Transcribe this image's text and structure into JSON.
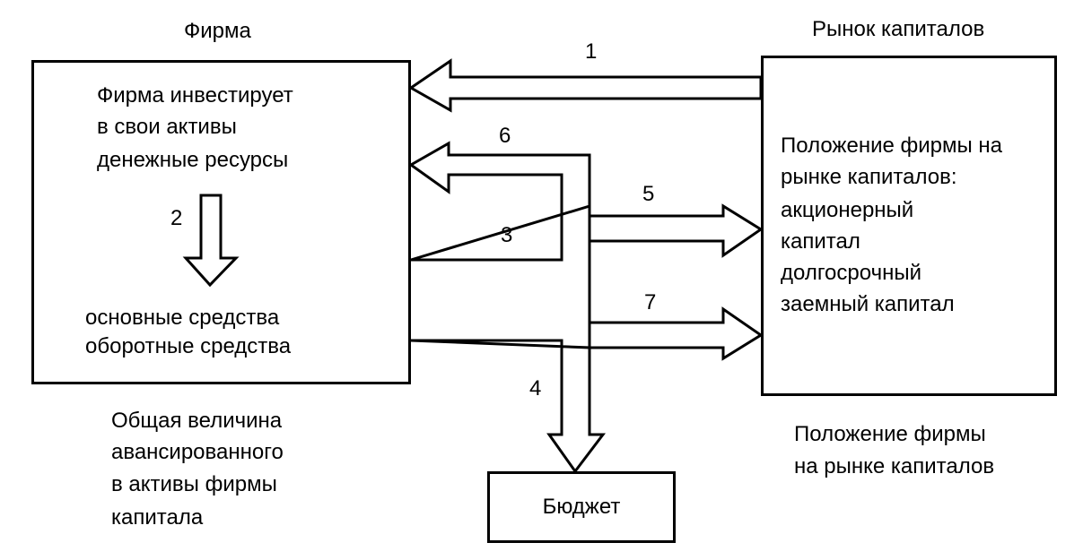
{
  "firm": {
    "header": "Фирма",
    "box_lines": [
      "Фирма инвестирует",
      "в свои активы",
      "денежные ресурсы"
    ],
    "assets_lines": [
      "основные средства",
      "оборотные средства"
    ],
    "caption_lines": [
      "Общая величина",
      "авансированного",
      "в активы фирмы",
      "капитала"
    ]
  },
  "market": {
    "header": "Рынок капиталов",
    "box_lines": [
      "Положение фирмы на",
      "рынке капиталов:",
      "акционерный",
      "капитал",
      "долгосрочный",
      "заемный капитал"
    ],
    "caption_lines": [
      "Положение фирмы",
      "на рынке капиталов"
    ]
  },
  "budget": {
    "label": "Бюджет"
  },
  "flows": [
    {
      "id": "1",
      "label": "1"
    },
    {
      "id": "2",
      "label": "2"
    },
    {
      "id": "3",
      "label": "3"
    },
    {
      "id": "4",
      "label": "4"
    },
    {
      "id": "5",
      "label": "5"
    },
    {
      "id": "6",
      "label": "6"
    },
    {
      "id": "7",
      "label": "7"
    }
  ]
}
